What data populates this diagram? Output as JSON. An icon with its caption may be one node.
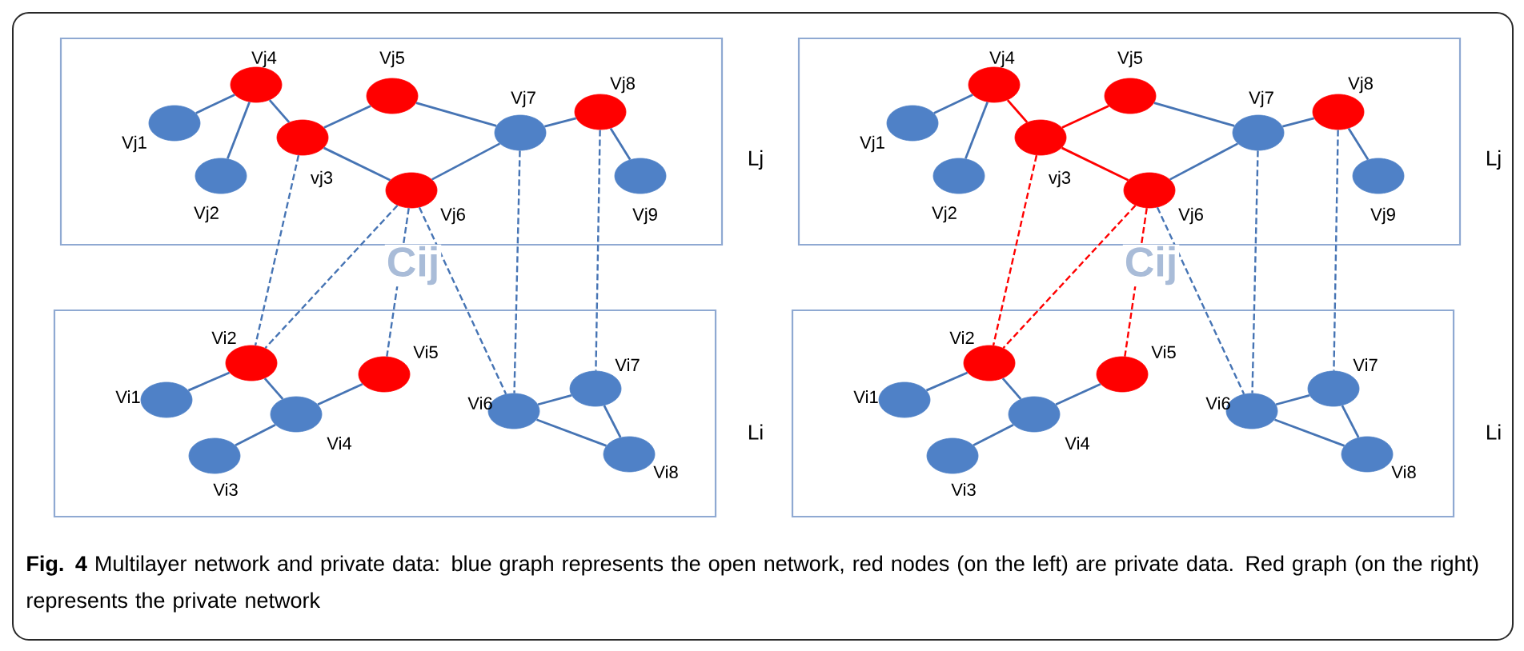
{
  "diagram": {
    "caption": "**Fig. 4** Multilayer network and private data: blue graph represents the open network, red nodes (on the left) are private data. Red graph (on the right) represents the private network",
    "nodes": [
      {
        "text": [
          "Lj"
        ]
      },
      {
        "text": [],
        "shape": "circle",
        "beside": [
          "Vj1"
        ],
        "in": 0
      },
      {
        "text": [],
        "shape": "circle",
        "beside": [
          "Vj2"
        ],
        "in": 0
      },
      {
        "text": [],
        "shape": "circle",
        "beside": [
          "vj3"
        ],
        "in": 0
      },
      {
        "text": [],
        "shape": "circle",
        "beside": [
          "Vj4"
        ],
        "in": 0
      },
      {
        "text": [],
        "shape": "circle",
        "beside": [
          "Vj5"
        ],
        "in": 0
      },
      {
        "text": [],
        "shape": "circle",
        "beside": [
          "Vj6"
        ],
        "in": 0
      },
      {
        "text": [],
        "shape": "circle",
        "beside": [
          "Vj7"
        ],
        "in": 0
      },
      {
        "text": [],
        "shape": "circle",
        "beside": [
          "Vj8"
        ],
        "in": 0
      },
      {
        "text": [],
        "shape": "circle",
        "beside": [
          "Vj9"
        ],
        "in": 0
      },
      {
        "text": [
          "Li"
        ]
      },
      {
        "text": [],
        "shape": "circle",
        "beside": [
          "Vi1"
        ],
        "in": 10
      },
      {
        "text": [],
        "shape": "circle",
        "beside": [
          "Vi2"
        ],
        "in": 10
      },
      {
        "text": [],
        "shape": "circle",
        "beside": [
          "Vi3"
        ],
        "in": 10
      },
      {
        "text": [],
        "shape": "circle",
        "beside": [
          "Vi4"
        ],
        "in": 10
      },
      {
        "text": [],
        "shape": "circle",
        "beside": [
          "Vi5"
        ],
        "in": 10
      },
      {
        "text": [],
        "shape": "circle",
        "beside": [
          "Vi6"
        ],
        "in": 10
      },
      {
        "text": [],
        "shape": "circle",
        "beside": [
          "Vi7"
        ],
        "in": 10
      },
      {
        "text": [],
        "shape": "circle",
        "beside": [
          "Vi8"
        ],
        "in": 10
      },
      {
        "text": [
          "Lj"
        ]
      },
      {
        "text": [],
        "shape": "circle",
        "beside": [
          "Vj1"
        ],
        "in": 19
      },
      {
        "text": [],
        "shape": "circle",
        "beside": [
          "Vj2"
        ],
        "in": 19
      },
      {
        "text": [],
        "shape": "circle",
        "beside": [
          "vj3"
        ],
        "in": 19
      },
      {
        "text": [],
        "shape": "circle",
        "beside": [
          "Vj4"
        ],
        "in": 19
      },
      {
        "text": [],
        "shape": "circle",
        "beside": [
          "Vj5"
        ],
        "in": 19
      },
      {
        "text": [],
        "shape": "circle",
        "beside": [
          "Vj6"
        ],
        "in": 19
      },
      {
        "text": [],
        "shape": "circle",
        "beside": [
          "Vj7"
        ],
        "in": 19
      },
      {
        "text": [],
        "shape": "circle",
        "beside": [
          "Vj8"
        ],
        "in": 19
      },
      {
        "text": [],
        "shape": "circle",
        "beside": [
          "Vj9"
        ],
        "in": 19
      },
      {
        "text": [
          "Li"
        ]
      },
      {
        "text": [],
        "shape": "circle",
        "beside": [
          "Vi1"
        ],
        "in": 29
      },
      {
        "text": [],
        "shape": "circle",
        "beside": [
          "Vi2"
        ],
        "in": 29
      },
      {
        "text": [],
        "shape": "circle",
        "beside": [
          "Vi3"
        ],
        "in": 29
      },
      {
        "text": [],
        "shape": "circle",
        "beside": [
          "Vi4"
        ],
        "in": 29
      },
      {
        "text": [],
        "shape": "circle",
        "beside": [
          "Vi5"
        ],
        "in": 29
      },
      {
        "text": [],
        "shape": "circle",
        "beside": [
          "Vi6"
        ],
        "in": 29
      },
      {
        "text": [],
        "shape": "circle",
        "beside": [
          "Vi7"
        ],
        "in": 29
      },
      {
        "text": [],
        "shape": "circle",
        "beside": [
          "Vi8"
        ],
        "in": 29
      }
    ],
    "edges": [
      {
        "from": 1,
        "to": 4,
        "arrow": "none"
      },
      {
        "from": 4,
        "to": 2,
        "arrow": "none"
      },
      {
        "from": 4,
        "to": 3,
        "arrow": "none"
      },
      {
        "from": 3,
        "to": 5,
        "arrow": "none"
      },
      {
        "from": 3,
        "to": 6,
        "arrow": "none"
      },
      {
        "from": 5,
        "to": 7,
        "arrow": "none"
      },
      {
        "from": 6,
        "to": 7,
        "arrow": "none"
      },
      {
        "from": 7,
        "to": 8,
        "arrow": "none"
      },
      {
        "from": 8,
        "to": 9,
        "arrow": "none"
      },
      {
        "from": 11,
        "to": 12,
        "arrow": "none"
      },
      {
        "from": 12,
        "to": 14,
        "arrow": "none"
      },
      {
        "from": 13,
        "to": 14,
        "arrow": "none"
      },
      {
        "from": 14,
        "to": 15,
        "arrow": "none"
      },
      {
        "from": 16,
        "to": 17,
        "arrow": "none"
      },
      {
        "from": 16,
        "to": 18,
        "arrow": "none"
      },
      {
        "from": 17,
        "to": 18,
        "arrow": "none"
      },
      {
        "from": 3,
        "to": 12,
        "arrow": "none",
        "style": "dashed"
      },
      {
        "from": 6,
        "to": 12,
        "arrow": "none",
        "style": "dashed"
      },
      {
        "from": 6,
        "to": 15,
        "arrow": "none",
        "style": "dashed"
      },
      {
        "from": 6,
        "to": 16,
        "arrow": "none",
        "style": "dashed"
      },
      {
        "from": 7,
        "to": 16,
        "arrow": "none",
        "style": "dashed"
      },
      {
        "from": 8,
        "to": 17,
        "arrow": "none",
        "style": "dashed"
      },
      {
        "from": 20,
        "to": 23,
        "arrow": "none"
      },
      {
        "from": 23,
        "to": 21,
        "arrow": "none"
      },
      {
        "from": 23,
        "to": 22,
        "arrow": "none",
        "color": "#ff0000"
      },
      {
        "from": 22,
        "to": 24,
        "arrow": "none",
        "color": "#ff0000"
      },
      {
        "from": 22,
        "to": 25,
        "arrow": "none",
        "color": "#ff0000"
      },
      {
        "from": 24,
        "to": 26,
        "arrow": "none"
      },
      {
        "from": 25,
        "to": 26,
        "arrow": "none"
      },
      {
        "from": 26,
        "to": 27,
        "arrow": "none"
      },
      {
        "from": 27,
        "to": 28,
        "arrow": "none"
      },
      {
        "from": 30,
        "to": 31,
        "arrow": "none"
      },
      {
        "from": 31,
        "to": 33,
        "arrow": "none"
      },
      {
        "from": 32,
        "to": 33,
        "arrow": "none"
      },
      {
        "from": 33,
        "to": 34,
        "arrow": "none"
      },
      {
        "from": 35,
        "to": 36,
        "arrow": "none"
      },
      {
        "from": 35,
        "to": 37,
        "arrow": "none"
      },
      {
        "from": 36,
        "to": 37,
        "arrow": "none"
      },
      {
        "from": 22,
        "to": 31,
        "arrow": "none",
        "style": "dashed",
        "color": "#ff0000"
      },
      {
        "from": 25,
        "to": 31,
        "arrow": "none",
        "style": "dashed",
        "color": "#ff0000"
      },
      {
        "from": 25,
        "to": 34,
        "arrow": "none",
        "style": "dashed",
        "color": "#ff0000"
      },
      {
        "from": 25,
        "to": 35,
        "arrow": "none",
        "style": "dashed"
      },
      {
        "from": 26,
        "to": 35,
        "arrow": "none",
        "style": "dashed"
      },
      {
        "from": 27,
        "to": 36,
        "arrow": "none",
        "style": "dashed"
      }
    ],
    "labels": [
      "Cij",
      "Cij"
    ]
  }
}
